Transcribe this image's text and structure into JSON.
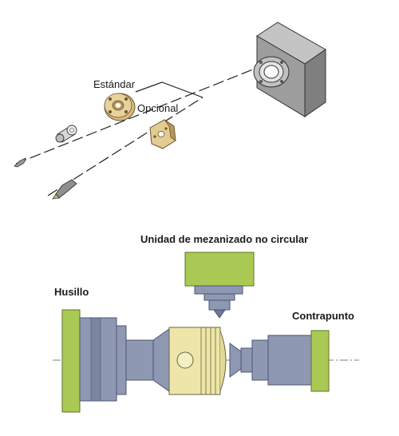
{
  "labels": {
    "standard": "Estándar",
    "optional": "Opcional",
    "milling_unit": "Unidad de mezanizado no circular",
    "spindle": "Husillo",
    "tailstock": "Contrapunto"
  },
  "colors": {
    "background": "#ffffff",
    "block": "#8c8c8c",
    "block_light": "#b8b8b8",
    "brass": "#c8a96a",
    "brass_light": "#e3cc92",
    "steel": "#8f98b3",
    "steel_dark": "#6f7894",
    "green": "#a9c954",
    "green_dark": "#7d9c38",
    "yellow": "#ede6a8",
    "line": "#222222"
  }
}
